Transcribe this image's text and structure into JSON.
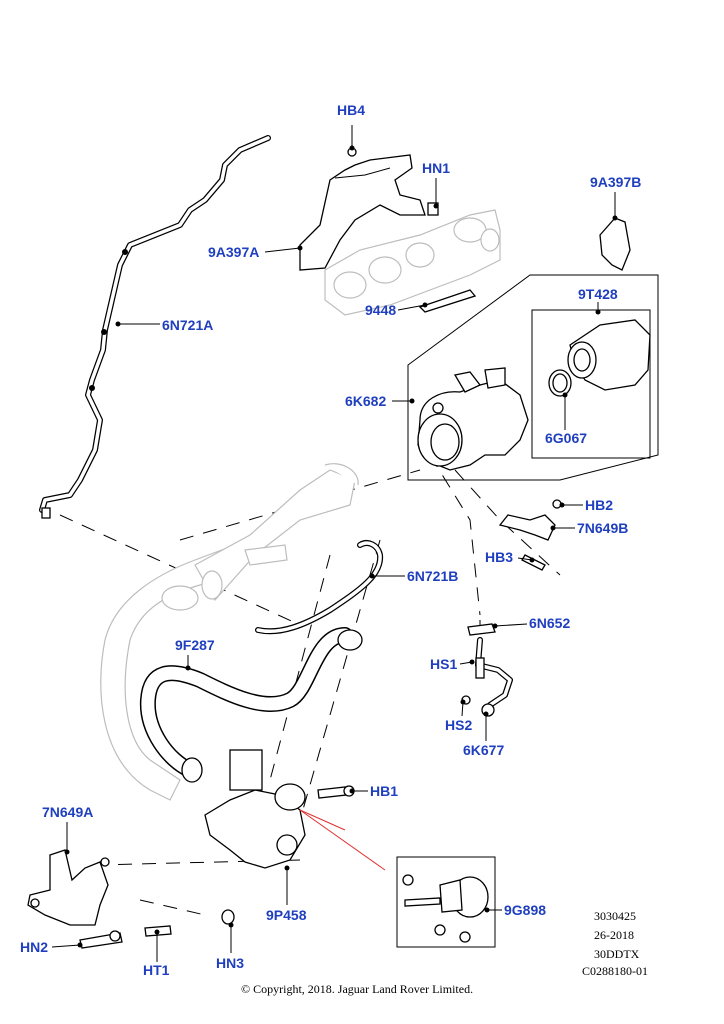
{
  "callouts": {
    "hb4": "HB4",
    "hn1": "HN1",
    "a9a397b": "9A397B",
    "a9a397a": "9A397A",
    "a6n721a": "6N721A",
    "a9448": "9448",
    "a9t428": "9T428",
    "a6k682": "6K682",
    "a6g067": "6G067",
    "hb2": "HB2",
    "a7n649b": "7N649B",
    "hb3": "HB3",
    "a6n721b": "6N721B",
    "a6n652": "6N652",
    "a9f287": "9F287",
    "hs1": "HS1",
    "hs2": "HS2",
    "a6k677": "6K677",
    "hb1": "HB1",
    "a7n649a": "7N649A",
    "a9g898": "9G898",
    "a9p458": "9P458",
    "hn2": "HN2",
    "ht1": "HT1",
    "hn3": "HN3"
  },
  "reference": {
    "line1": "3030425",
    "line2": "26-2018",
    "line3": "30DDTX",
    "line4": "C0288180-01"
  },
  "copyright": "© Copyright, 2018. Jaguar Land Rover Limited.",
  "colors": {
    "callout": "#1f3fbf",
    "detail_line": "#e03030",
    "ghost": "#bdbdbd"
  }
}
